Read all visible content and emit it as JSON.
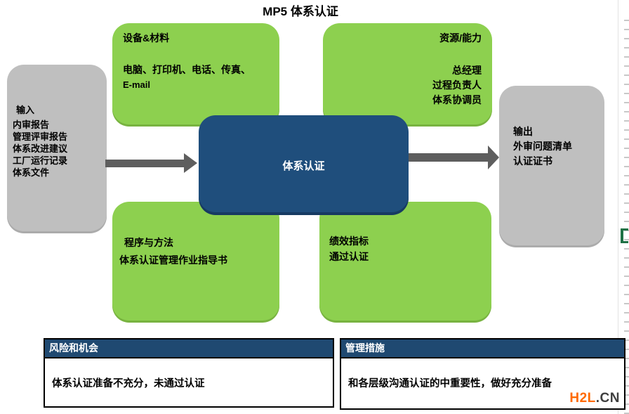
{
  "title": "MP5 体系认证",
  "diagram": {
    "input": {
      "title": "输入",
      "items": [
        "内审报告",
        "管理评审报告",
        "体系改进建议",
        "工厂运行记录",
        "体系文件"
      ]
    },
    "equipment": {
      "title": "设备&材料",
      "lines": [
        "电脑、打印机、电话、传真、",
        "E-mail"
      ]
    },
    "resources": {
      "title": "资源/能力",
      "items": [
        "总经理",
        "过程负责人",
        "体系协调员"
      ]
    },
    "process": {
      "label": "体系认证"
    },
    "methods": {
      "title": "程序与方法",
      "lines": [
        "体系认证管理作业指导书"
      ]
    },
    "performance": {
      "lines": [
        "绩效指标",
        "通过认证"
      ]
    },
    "output": {
      "title": "输出",
      "items": [
        "外审问题清单",
        "认证证书"
      ]
    }
  },
  "panels": {
    "risks": {
      "header": "风险和机会",
      "body": "体系认证准备不充分，未通过认证"
    },
    "measures": {
      "header": "管理措施",
      "body": "和各层级沟通认证的中重要性，做好充分准备"
    }
  },
  "logo": {
    "primary": "H2L",
    "secondary": ".CN"
  },
  "colors": {
    "green": "#8DD04F",
    "blue": "#1F4E7C",
    "panel_header_blue": "#1F4971",
    "gray": "#BFBFBF",
    "arrow_gray": "#5E5E5E",
    "logo_orange": "#FF6A00",
    "logo_gray": "#3F3F3F",
    "edge_bracket_green": "#1E7145"
  }
}
